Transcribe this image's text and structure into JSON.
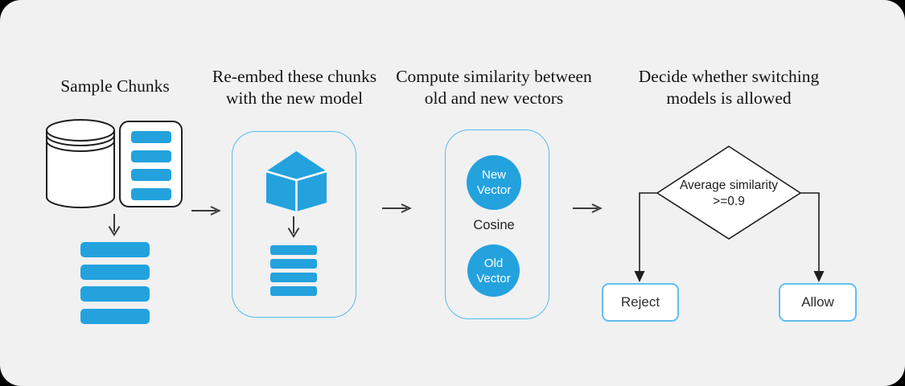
{
  "colors": {
    "blue": "#23A2DE",
    "box_border": "#56BCEB",
    "result_border": "#5FBFEF",
    "panel_bg": "#F1F1F2",
    "stroke_dark": "#1E1E1E"
  },
  "steps": [
    {
      "id": "sample-chunks",
      "title_lines": [
        "Sample Chunks"
      ]
    },
    {
      "id": "re-embed",
      "title_lines": [
        "Re-embed these chunks",
        "with the new model"
      ]
    },
    {
      "id": "compute-similarity",
      "title_lines": [
        "Compute similarity between",
        "old and new vectors"
      ]
    },
    {
      "id": "decide",
      "title_lines": [
        "Decide whether switching",
        "models is allowed"
      ]
    }
  ],
  "icons": {
    "database": "database-cylinder",
    "chunk_card": "card-with-chunk-bars",
    "chunk_stack": "stack-of-chunk-bars",
    "embedding_model": "cube",
    "flow_arrows": "thin-right-and-down-arrows",
    "decision_arrows": "solid-down-arrows"
  },
  "similarity": {
    "new_vector_label": "New Vector",
    "cosine_label": "Cosine",
    "old_vector_label": "Old Vector"
  },
  "decision": {
    "condition_lines": [
      "Average similarity",
      ">=0.9"
    ],
    "reject_label": "Reject",
    "allow_label": "Allow"
  }
}
